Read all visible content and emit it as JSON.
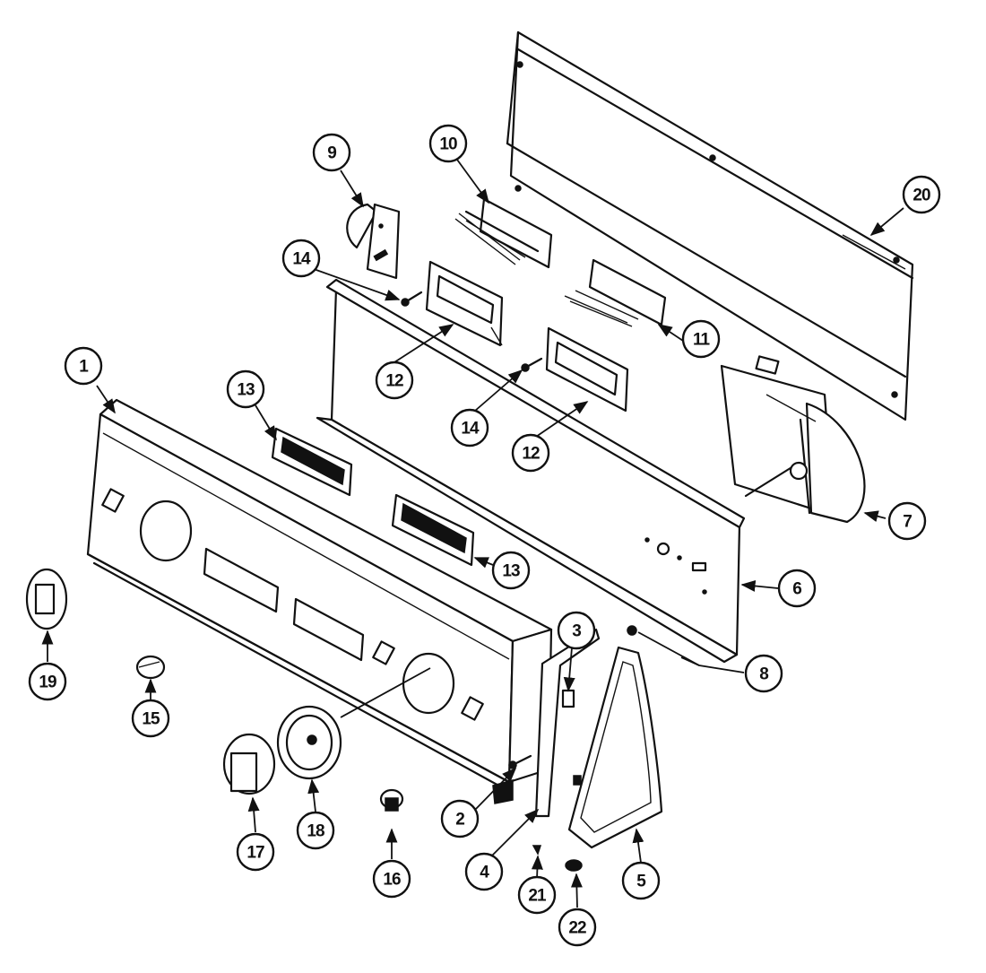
{
  "callouts": [
    {
      "id": "1",
      "label": "1"
    },
    {
      "id": "2",
      "label": "2"
    },
    {
      "id": "3",
      "label": "3"
    },
    {
      "id": "4",
      "label": "4"
    },
    {
      "id": "5",
      "label": "5"
    },
    {
      "id": "6",
      "label": "6"
    },
    {
      "id": "7",
      "label": "7"
    },
    {
      "id": "8",
      "label": "8"
    },
    {
      "id": "9",
      "label": "9"
    },
    {
      "id": "10",
      "label": "10"
    },
    {
      "id": "11",
      "label": "11"
    },
    {
      "id": "12a",
      "label": "12"
    },
    {
      "id": "12b",
      "label": "12"
    },
    {
      "id": "13a",
      "label": "13"
    },
    {
      "id": "13b",
      "label": "13"
    },
    {
      "id": "14a",
      "label": "14"
    },
    {
      "id": "14b",
      "label": "14"
    },
    {
      "id": "15",
      "label": "15"
    },
    {
      "id": "16",
      "label": "16"
    },
    {
      "id": "17",
      "label": "17"
    },
    {
      "id": "18",
      "label": "18"
    },
    {
      "id": "19",
      "label": "19"
    },
    {
      "id": "20",
      "label": "20"
    },
    {
      "id": "21",
      "label": "21"
    },
    {
      "id": "22",
      "label": "22"
    }
  ],
  "colors": {
    "ink": "#111111",
    "paper": "#ffffff"
  }
}
